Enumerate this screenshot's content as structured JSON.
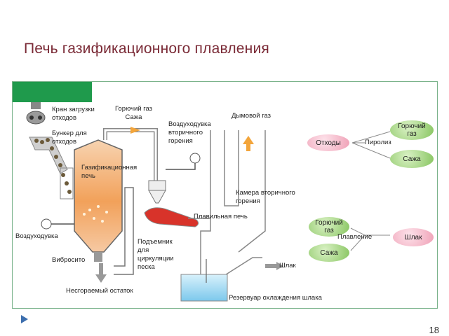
{
  "title": "Печь газификационного плавления",
  "page_number": "18",
  "labels": {
    "crane": "Кран загрузки\nотходов",
    "bunker": "Бункер для\nотходов",
    "fuel_gas": "Горючий газ\nСажа",
    "blower_secondary": "Воздуходувка\nвторичного\nгорения",
    "flue_gas": "Дымовой газ",
    "gas_furnace": "Газификационная\nпечь",
    "secondary_chamber": "Камера вторичного\nгорения",
    "melting_furnace": "Плавильная печь",
    "blower": "Воздуходувка",
    "sand_lift": "Подъемник\nдля\nциркуляции\nпеска",
    "vibrosieve": "Вибросито",
    "slag_out": "Шлак",
    "residue": "Несгораемый остаток",
    "slag_tank": "Резервуар охлаждения шлака"
  },
  "scheme": {
    "waste": "Отходы",
    "pyrolysis": "Пиролиз",
    "fuel_gas": "Горючий\nгаз",
    "soot": "Сажа",
    "fuel_gas_2": "Горючий\nгаз",
    "soot_2": "Сажа",
    "melting": "Плавление",
    "slag": "Шлак"
  },
  "colors": {
    "title": "#7a2a36",
    "frame": "#79b28a",
    "tab": "#1f9a4c",
    "node_green": "#9fd07a",
    "node_pink": "#f3b7c6",
    "furnace_orange": "#f2a15a",
    "melt_red": "#d8332a",
    "water": "#8fd3f0",
    "arrow_orange": "#f3a53b"
  }
}
